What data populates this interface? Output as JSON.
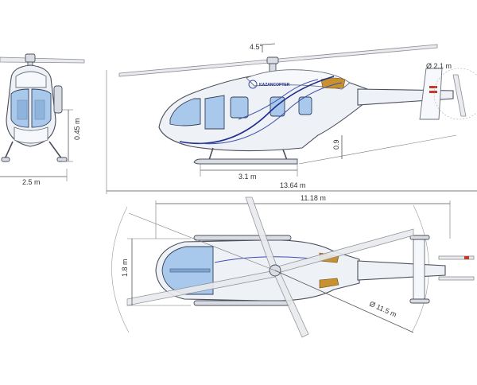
{
  "dimensions": {
    "front_width": "2.5 m",
    "front_height": "0.45 m",
    "rotor_tilt": "4.5°",
    "tail_rotor_diameter": "Ø 2.1 m",
    "skid_length": "3.1 m",
    "tail_clearance": "0.9",
    "total_length": "13.64 m",
    "fuselage_length": "11.18 m",
    "fuselage_width": "1.8 m",
    "main_rotor_diameter": "Ø 11.5 m"
  },
  "livery_text": "KAZANCOPTER",
  "colors": {
    "stripe": "#1f2f8a",
    "glass": "#a9c9ec",
    "body": "#eef1f6",
    "accent": "#c8902e"
  }
}
